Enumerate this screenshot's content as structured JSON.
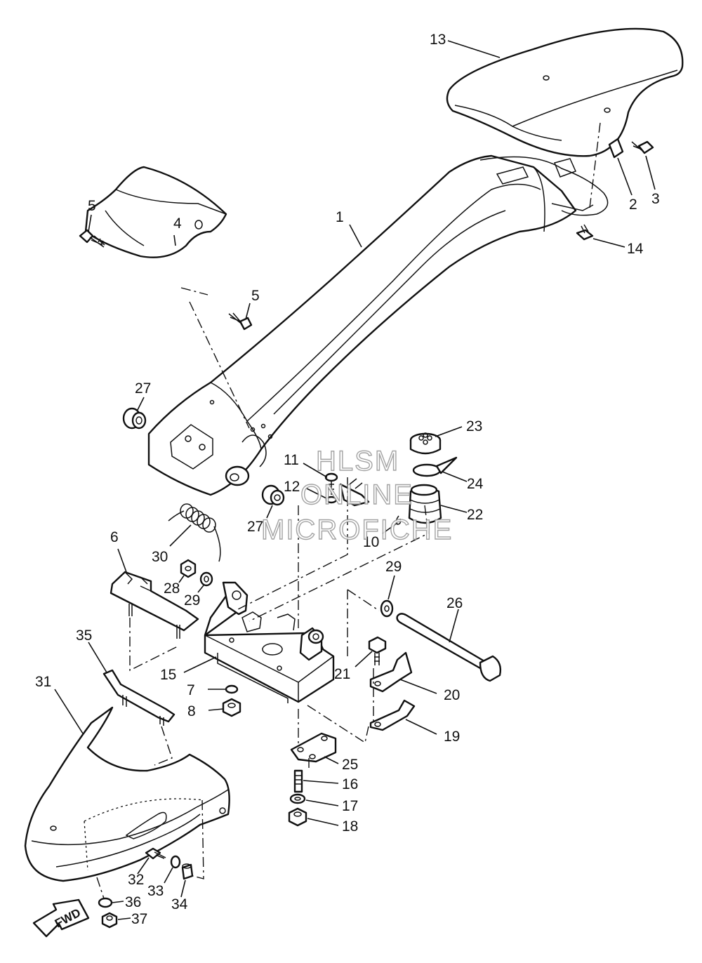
{
  "watermark": {
    "line1": "HLSM",
    "line2": "ONLINE",
    "line3": "MICROFICHE"
  },
  "direction_label": "FWD",
  "callouts": [
    {
      "id": "1",
      "text": "1"
    },
    {
      "id": "2",
      "text": "2"
    },
    {
      "id": "3",
      "text": "3"
    },
    {
      "id": "4",
      "text": "4"
    },
    {
      "id": "5a",
      "text": "5"
    },
    {
      "id": "5b",
      "text": "5"
    },
    {
      "id": "6",
      "text": "6"
    },
    {
      "id": "7",
      "text": "7"
    },
    {
      "id": "8",
      "text": "8"
    },
    {
      "id": "10",
      "text": "10"
    },
    {
      "id": "11",
      "text": "11"
    },
    {
      "id": "12",
      "text": "12"
    },
    {
      "id": "13",
      "text": "13"
    },
    {
      "id": "14",
      "text": "14"
    },
    {
      "id": "15",
      "text": "15"
    },
    {
      "id": "16",
      "text": "16"
    },
    {
      "id": "17",
      "text": "17"
    },
    {
      "id": "18",
      "text": "18"
    },
    {
      "id": "19",
      "text": "19"
    },
    {
      "id": "20",
      "text": "20"
    },
    {
      "id": "21",
      "text": "21"
    },
    {
      "id": "22",
      "text": "22"
    },
    {
      "id": "23",
      "text": "23"
    },
    {
      "id": "24",
      "text": "24"
    },
    {
      "id": "25",
      "text": "25"
    },
    {
      "id": "26",
      "text": "26"
    },
    {
      "id": "27a",
      "text": "27"
    },
    {
      "id": "27b",
      "text": "27"
    },
    {
      "id": "28",
      "text": "28"
    },
    {
      "id": "29a",
      "text": "29"
    },
    {
      "id": "29b",
      "text": "29"
    },
    {
      "id": "30",
      "text": "30"
    },
    {
      "id": "31",
      "text": "31"
    },
    {
      "id": "32",
      "text": "32"
    },
    {
      "id": "33",
      "text": "33"
    },
    {
      "id": "34",
      "text": "34"
    },
    {
      "id": "35",
      "text": "35"
    },
    {
      "id": "36",
      "text": "36"
    },
    {
      "id": "37",
      "text": "37"
    }
  ]
}
